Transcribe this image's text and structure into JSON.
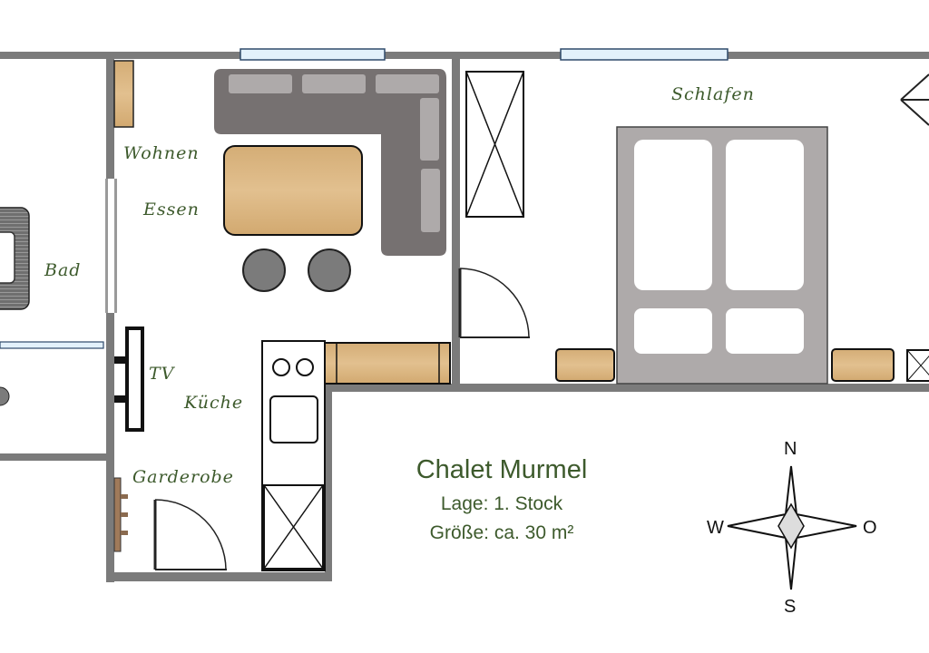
{
  "rooms": {
    "wohnen": "Wohnen",
    "essen": "Essen",
    "bad": "Bad",
    "tv": "TV",
    "kueche": "Küche",
    "garderobe": "Garderobe",
    "schlafen": "Schlafen"
  },
  "info": {
    "title": "Chalet Murmel",
    "lage": "Lage: 1. Stock",
    "groesse": "Größe: ca. 30 m²"
  },
  "compass": {
    "n": "N",
    "s": "S",
    "w": "W",
    "o": "O"
  },
  "colors": {
    "wall": "#7b7b7b",
    "text": "#3d5a2c",
    "wood": "#d6b07a",
    "sofa": "#767171",
    "cushion": "#aeaaaa",
    "window": "#e3f1fb"
  }
}
